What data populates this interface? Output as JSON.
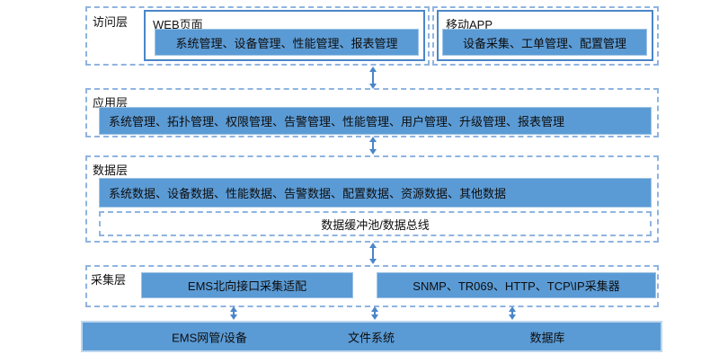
{
  "colors": {
    "bar_fill": "#5B9BD5",
    "bar_border": "#9CC3E6",
    "solid_box_border": "#4A86C8",
    "dashed_border": "#8FB4E0",
    "arrow": "#4A86C8",
    "bottom_bar_border": "#BDD7EE",
    "text": "#111111"
  },
  "access_layer": {
    "label": "访问层",
    "web_box": {
      "title": "WEB页面",
      "bar": "系统管理、设备管理、性能管理、报表管理"
    },
    "mobile_box": {
      "title": "移动APP",
      "bar": "设备采集、工单管理、配置管理"
    }
  },
  "application_layer": {
    "label": "应用层",
    "bar": "系统管理、拓扑管理、权限管理、告警管理、性能管理、用户管理、升级管理、报表管理"
  },
  "data_layer": {
    "label": "数据层",
    "bar": "系统数据、设备数据、性能数据、告警数据、配置数据、资源数据、其他数据",
    "bus": "数据缓冲池/数据总线"
  },
  "collection_layer": {
    "label": "采集层",
    "left_bar": "EMS北向接口采集适配",
    "right_bar": "SNMP、TR069、HTTP、TCP\\IP采集器"
  },
  "bottom_bar": {
    "items": [
      "EMS网管/设备",
      "文件系统",
      "数据库"
    ]
  }
}
